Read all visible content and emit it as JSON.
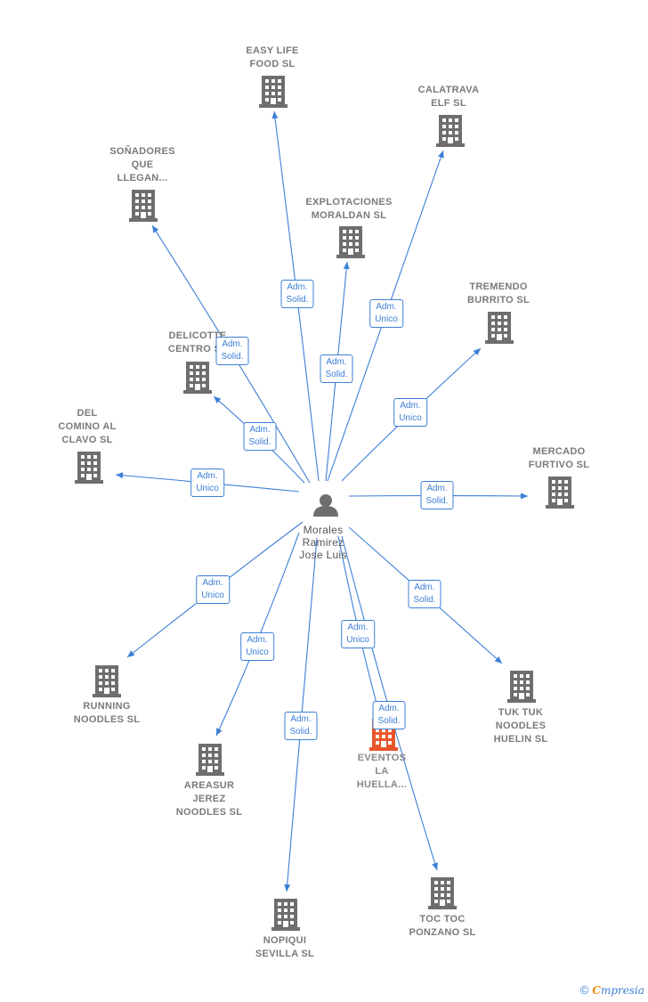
{
  "center": {
    "name": "Morales Ramirez Jose Luis",
    "lines": [
      "Morales",
      "Ramirez",
      "Jose Luis"
    ],
    "icon": "person-icon"
  },
  "colors": {
    "edge": "#3c7fd6",
    "building": "#6e6e6e",
    "building_highlight": "#e8562a"
  },
  "companies": [
    {
      "id": "easy-life-food",
      "lines": [
        "EASY LIFE",
        "FOOD  SL"
      ],
      "highlight": false
    },
    {
      "id": "calatrava-elf",
      "lines": [
        "CALATRAVA",
        "ELF  SL"
      ],
      "highlight": false
    },
    {
      "id": "sonadores",
      "lines": [
        "SOÑADORES",
        "QUE",
        "LLEGAN..."
      ],
      "highlight": false
    },
    {
      "id": "explotaciones-moraldan",
      "lines": [
        "EXPLOTACIONES",
        "MORALDAN  SL"
      ],
      "highlight": false
    },
    {
      "id": "tremendo-burrito",
      "lines": [
        "TREMENDO",
        "BURRITO  SL"
      ],
      "highlight": false
    },
    {
      "id": "delicotte-centro",
      "lines": [
        "DELICOTTE",
        "CENTRO  SL"
      ],
      "highlight": false
    },
    {
      "id": "del-comino",
      "lines": [
        "DEL",
        "COMINO AL",
        "CLAVO  SL"
      ],
      "highlight": false
    },
    {
      "id": "mercado-furtivo",
      "lines": [
        "MERCADO",
        "FURTIVO  SL"
      ],
      "highlight": false
    },
    {
      "id": "running-noodles",
      "lines": [
        "RUNNING",
        "NOODLES  SL"
      ],
      "highlight": false
    },
    {
      "id": "areasur-jerez",
      "lines": [
        "AREASUR",
        "JEREZ",
        "NOODLES  SL"
      ],
      "highlight": false
    },
    {
      "id": "nopiqui-sevilla",
      "lines": [
        "NOPIQUI",
        "SEVILLA  SL"
      ],
      "highlight": false
    },
    {
      "id": "eventos-la-huella",
      "lines": [
        "EVENTOS",
        "LA",
        "HUELLA..."
      ],
      "highlight": true
    },
    {
      "id": "toc-toc-ponzano",
      "lines": [
        "TOC TOC",
        "PONZANO  SL"
      ],
      "highlight": false
    },
    {
      "id": "tuk-tuk-noodles",
      "lines": [
        "TUK TUK",
        "NOODLES",
        "HUELIN  SL"
      ],
      "highlight": false
    }
  ],
  "relations": [
    {
      "to": "easy-life-food",
      "role": [
        "Adm.",
        "Solid."
      ]
    },
    {
      "to": "calatrava-elf",
      "role": [
        "Adm.",
        "Unico"
      ]
    },
    {
      "to": "sonadores",
      "role": [
        "Adm.",
        "Solid."
      ]
    },
    {
      "to": "explotaciones-moraldan",
      "role": [
        "Adm.",
        "Solid."
      ]
    },
    {
      "to": "tremendo-burrito",
      "role": [
        "Adm.",
        "Unico"
      ]
    },
    {
      "to": "delicotte-centro",
      "role": [
        "Adm.",
        "Solid."
      ]
    },
    {
      "to": "del-comino",
      "role": [
        "Adm.",
        "Unico"
      ]
    },
    {
      "to": "mercado-furtivo",
      "role": [
        "Adm.",
        "Solid."
      ]
    },
    {
      "to": "running-noodles",
      "role": [
        "Adm.",
        "Unico"
      ]
    },
    {
      "to": "areasur-jerez",
      "role": [
        "Adm.",
        "Unico"
      ]
    },
    {
      "to": "nopiqui-sevilla",
      "role": [
        "Adm.",
        "Solid."
      ]
    },
    {
      "to": "eventos-la-huella",
      "role": [
        "Adm.",
        "Unico"
      ]
    },
    {
      "to": "toc-toc-ponzano",
      "role": [
        "Adm.",
        "Solid."
      ]
    },
    {
      "to": "tuk-tuk-noodles",
      "role": [
        "Adm.",
        "Solid."
      ]
    }
  ],
  "footer": {
    "copyright": "©",
    "brand_first": "C",
    "brand_rest": "mpresia"
  }
}
